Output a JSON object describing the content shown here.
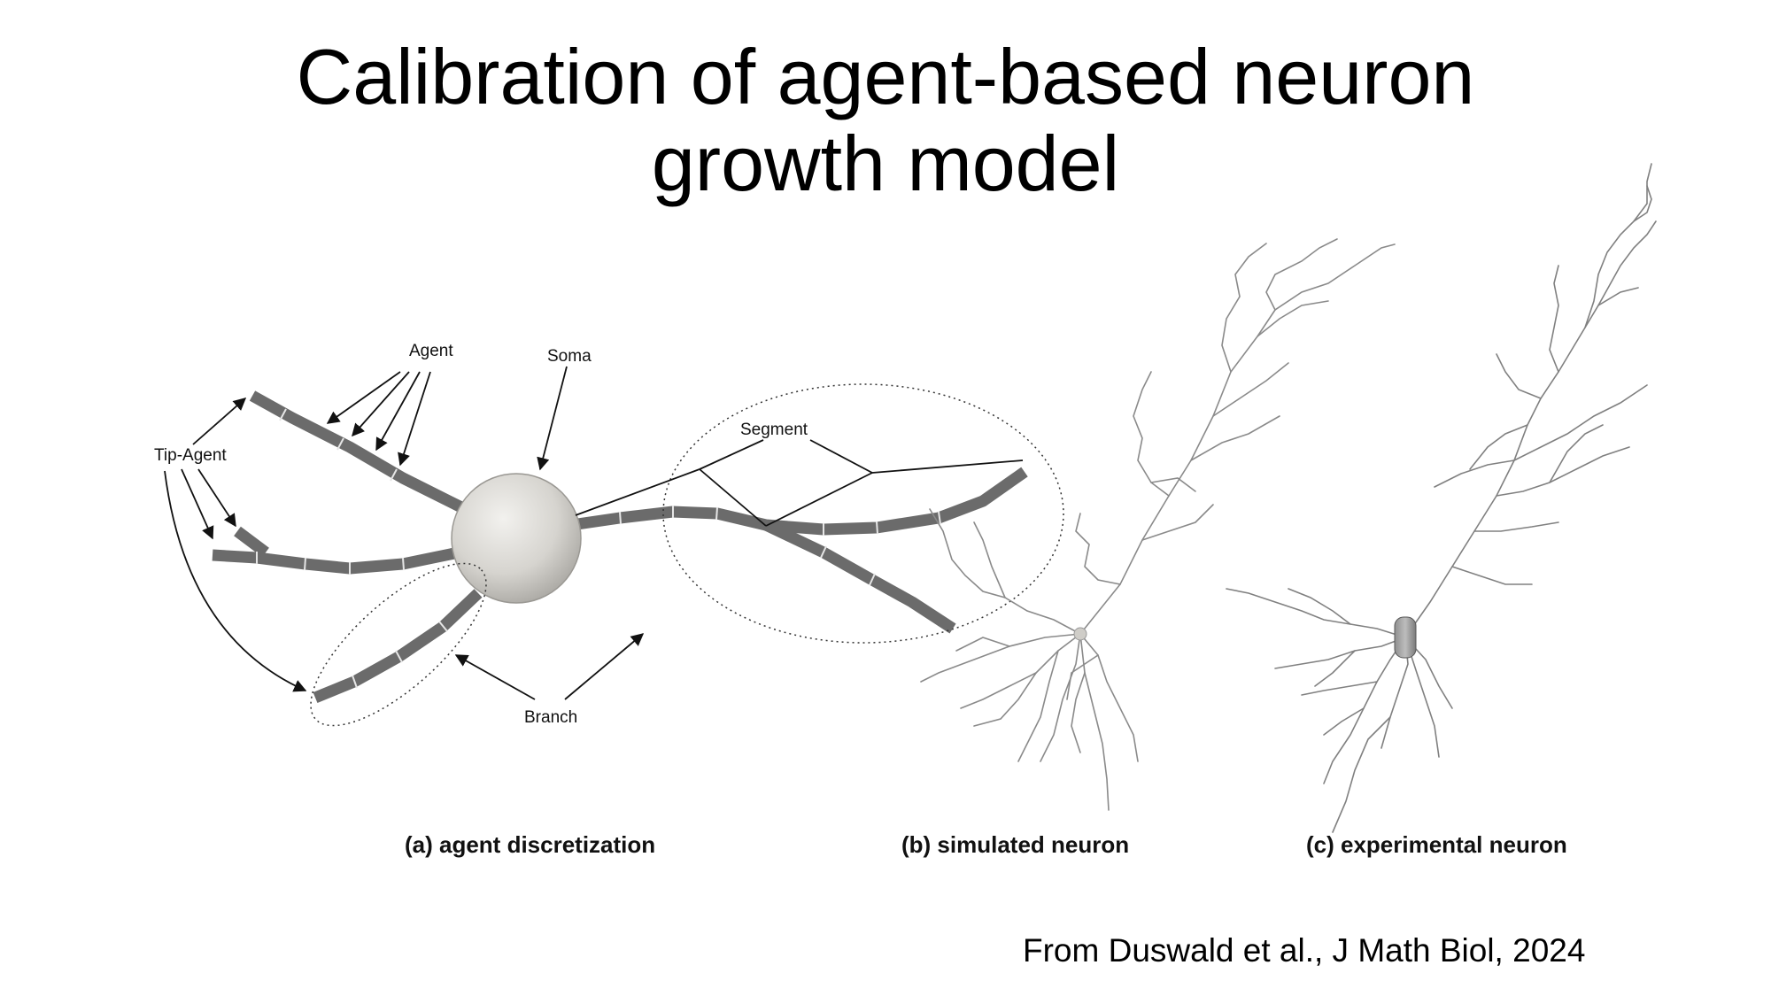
{
  "slide": {
    "title_line1": "Calibration of agent-based neuron",
    "title_line2": "growth model",
    "citation": "From Duswald et al., J Math Biol, 2024"
  },
  "figure": {
    "labels": {
      "agent": "Agent",
      "soma": "Soma",
      "tip_agent": "Tip-Agent",
      "segment": "Segment",
      "branch": "Branch"
    },
    "captions": {
      "a": "(a) agent discretization",
      "b": "(b) simulated neuron",
      "c": "(c) experimental neuron"
    }
  },
  "colors": {
    "dendrite": "#6b6b6b",
    "soma": "#d9d7d2",
    "line": "#111111",
    "neuron_trace": "#8a8a8a"
  }
}
